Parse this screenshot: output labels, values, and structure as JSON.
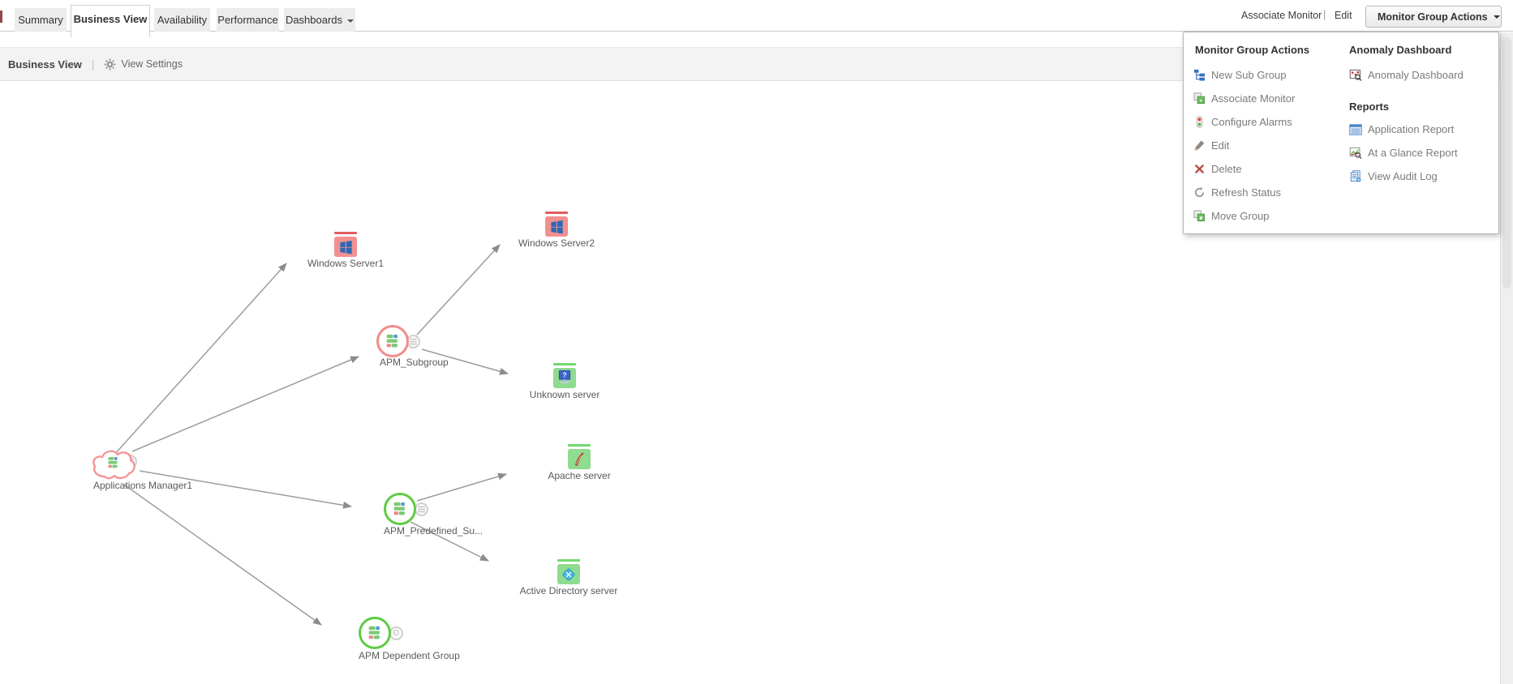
{
  "tabs": {
    "items": [
      {
        "label": "Summary",
        "active": false
      },
      {
        "label": "Business View",
        "active": true
      },
      {
        "label": "Availability",
        "active": false
      },
      {
        "label": "Performance",
        "active": false
      },
      {
        "label": "Dashboards",
        "active": false,
        "has_caret": true
      }
    ]
  },
  "header": {
    "associate_monitor": "Associate Monitor",
    "divider": "|",
    "edit": "Edit",
    "monitor_group_actions_button": "Monitor Group Actions"
  },
  "toolbar": {
    "title": "Business View",
    "divider": "|",
    "view_settings": "View Settings"
  },
  "menu": {
    "left": {
      "heading": "Monitor Group Actions",
      "items": [
        {
          "label": "New Sub Group",
          "icon": "new-sub-group-icon"
        },
        {
          "label": "Associate Monitor",
          "icon": "associate-monitor-icon"
        },
        {
          "label": "Configure Alarms",
          "icon": "configure-alarms-icon"
        },
        {
          "label": "Edit",
          "icon": "edit-pencil-icon"
        },
        {
          "label": "Delete",
          "icon": "delete-x-icon"
        },
        {
          "label": "Refresh Status",
          "icon": "refresh-icon"
        },
        {
          "label": "Move Group",
          "icon": "move-group-icon"
        }
      ]
    },
    "right": {
      "anomaly_heading": "Anomaly Dashboard",
      "anomaly_item": {
        "label": "Anomaly Dashboard",
        "icon": "anomaly-dashboard-icon"
      },
      "reports_heading": "Reports",
      "report_items": [
        {
          "label": "Application Report",
          "icon": "application-report-icon"
        },
        {
          "label": "At a Glance Report",
          "icon": "at-a-glance-report-icon"
        },
        {
          "label": "View Audit Log",
          "icon": "view-audit-log-icon"
        }
      ]
    }
  },
  "diagram": {
    "unknown_glyph": "?",
    "colors": {
      "critical": "#f08c8c",
      "clear": "#5ecc44",
      "edge": "#9c9c9c"
    },
    "nodes": [
      {
        "label": "Applications Manager1",
        "type": "root-cloud",
        "status": "critical"
      },
      {
        "label": "Windows Server1",
        "type": "windows-server",
        "status": "critical"
      },
      {
        "label": "Windows Server2",
        "type": "windows-server",
        "status": "critical"
      },
      {
        "label": "APM_Subgroup",
        "type": "subgroup",
        "status": "critical"
      },
      {
        "label": "Unknown server",
        "type": "server",
        "status": "clear"
      },
      {
        "label": "Apache server",
        "type": "apache-server",
        "status": "clear"
      },
      {
        "label": "APM_Predefined_Su...",
        "type": "subgroup",
        "status": "clear"
      },
      {
        "label": "Active Directory server",
        "type": "active-directory-server",
        "status": "clear"
      },
      {
        "label": "APM Dependent Group",
        "type": "dependent-group",
        "status": "clear",
        "badge": "D"
      }
    ]
  }
}
